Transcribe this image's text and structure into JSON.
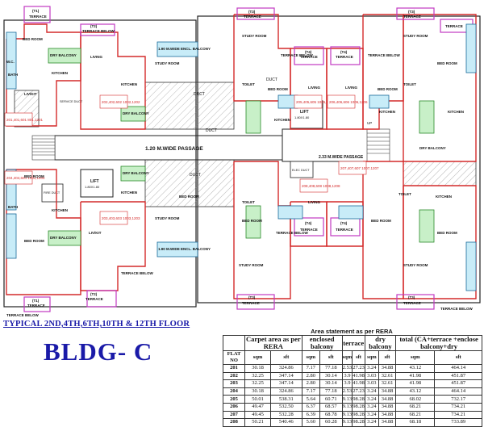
{
  "floor_title": "TYPICAL 2ND,4TH,6TH,10TH & 12TH  FLOOR",
  "building": "BLDG- C",
  "table": {
    "title": "Area statement as per RERA",
    "group_headers": [
      "Carpet area as per RERA",
      "enclosed balcony",
      "terrace",
      "dry balcony",
      "total (CA+terrace +enclose balcony+dry"
    ],
    "flat_label": "FLAT NO",
    "unit_sqm": "sqm",
    "unit_sft": "sft",
    "rows": [
      [
        "201",
        "30.18",
        "324.86",
        "7.17",
        "77.18",
        "2.53",
        "27.23",
        "3.24",
        "34.88",
        "43.12",
        "464.14"
      ],
      [
        "202",
        "32.25",
        "347.14",
        "2.80",
        "30.14",
        "3.9",
        "41.98",
        "3.03",
        "32.61",
        "41.98",
        "451.87"
      ],
      [
        "203",
        "32.25",
        "347.14",
        "2.80",
        "30.14",
        "3.9",
        "41.98",
        "3.03",
        "32.61",
        "41.98",
        "451.87"
      ],
      [
        "204",
        "30.18",
        "324.86",
        "7.17",
        "77.18",
        "2.53",
        "27.23",
        "3.24",
        "34.88",
        "43.12",
        "464.14"
      ],
      [
        "205",
        "50.01",
        "538.31",
        "5.64",
        "60.71",
        "9.13",
        "98.28",
        "3.24",
        "34.88",
        "68.02",
        "732.17"
      ],
      [
        "206",
        "49.47",
        "532.50",
        "6.37",
        "68.57",
        "9.13",
        "98.28",
        "3.24",
        "34.88",
        "68.21",
        "734.21"
      ],
      [
        "207",
        "49.45",
        "532.28",
        "6.39",
        "68.78",
        "9.13",
        "98.28",
        "3.24",
        "34.88",
        "68.21",
        "734.21"
      ],
      [
        "208",
        "50.21",
        "540.46",
        "5.60",
        "60.28",
        "9.13",
        "98.28",
        "3.24",
        "34.88",
        "68.18",
        "733.89"
      ]
    ]
  },
  "plan": {
    "passage_left": "1.20 M.WIDE PASSAGE",
    "passage_right": "2.33 M.WIDE PASSAGE",
    "duct": "DUCT",
    "lift": "LIFT",
    "lift_size": "1.80X1.80",
    "fire_duct": "FIRE DUCT",
    "service_duct": "SERVICE DUCT",
    "elec_duct": "ELEC DUCT",
    "up": "UP",
    "rooms": {
      "t1": "(T1)",
      "t2": "(T2)",
      "t3": "(T3)",
      "t4": "(T4)",
      "terrace": "TERRACE",
      "terrace_below": "TERRACE BELOW",
      "bed_room": "BED ROOM",
      "living": "LIVING",
      "kitchen": "KITCHEN",
      "toilet": "TOILET",
      "study_room": "STUDY ROOM",
      "dry_balcony": "DRY BALCONY",
      "wide_encl": "1.90 M.WIDE ENCL. BALCONY",
      "liv_kit": "LIV/KIT",
      "bath": "BATH",
      "wc": "W.C."
    },
    "flat_tags": {
      "f201": "201,401,601 801,1201",
      "f202": "202,402,602 1002,1202",
      "f203": "203,403,603 1003,1203",
      "f204": "204,404,604 1004,1204",
      "f205": "205,405,605 1005,1205",
      "f206": "206,406,606 1006,1206",
      "f207": "207,407,607 1007,1207",
      "f208": "208,408,608 1008,1208"
    }
  }
}
